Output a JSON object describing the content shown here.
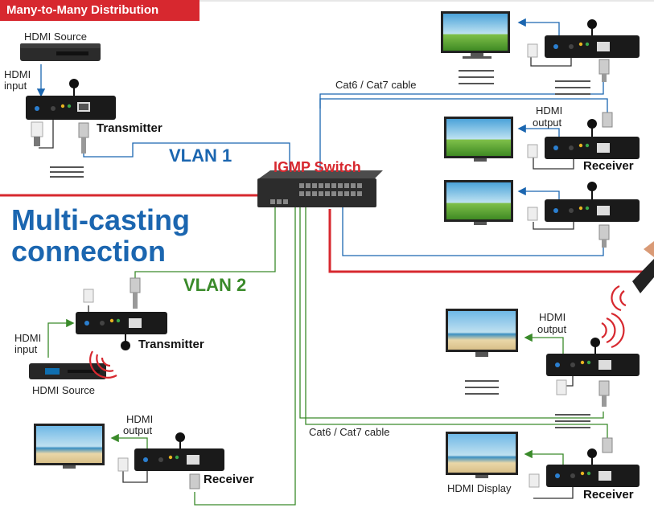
{
  "banner_title": "Many-to-Many Distribution",
  "section_title_line1": "Multi-casting",
  "section_title_line2": "connection",
  "switch_label": "IGMP Switch",
  "vlan1_label": "VLAN 1",
  "vlan2_label": "VLAN 2",
  "cable_label_top": "Cat6 / Cat7 cable",
  "cable_label_bottom": "Cat6 / Cat7 cable",
  "vlan1": {
    "source_label": "HDMI Source",
    "input_label_line1": "HDMI",
    "input_label_line2": "input",
    "transmitter_label": "Transmitter",
    "output_label_line1": "HDMI",
    "output_label_line2": "output",
    "receiver_label": "Receiver"
  },
  "vlan2": {
    "source_label": "HDMI Source",
    "input_label_line1": "HDMI",
    "input_label_line2": "input",
    "transmitter_label": "Transmitter",
    "output_label_line1": "HDMI",
    "output_label_line2": "output",
    "receiver_label_left": "Receiver",
    "receiver_label_right": "Receiver",
    "display_label": "HDMI Display"
  },
  "colors": {
    "vlan1": "#1b66b0",
    "vlan2": "#3a8a2a",
    "accent_red": "#d7282f"
  }
}
